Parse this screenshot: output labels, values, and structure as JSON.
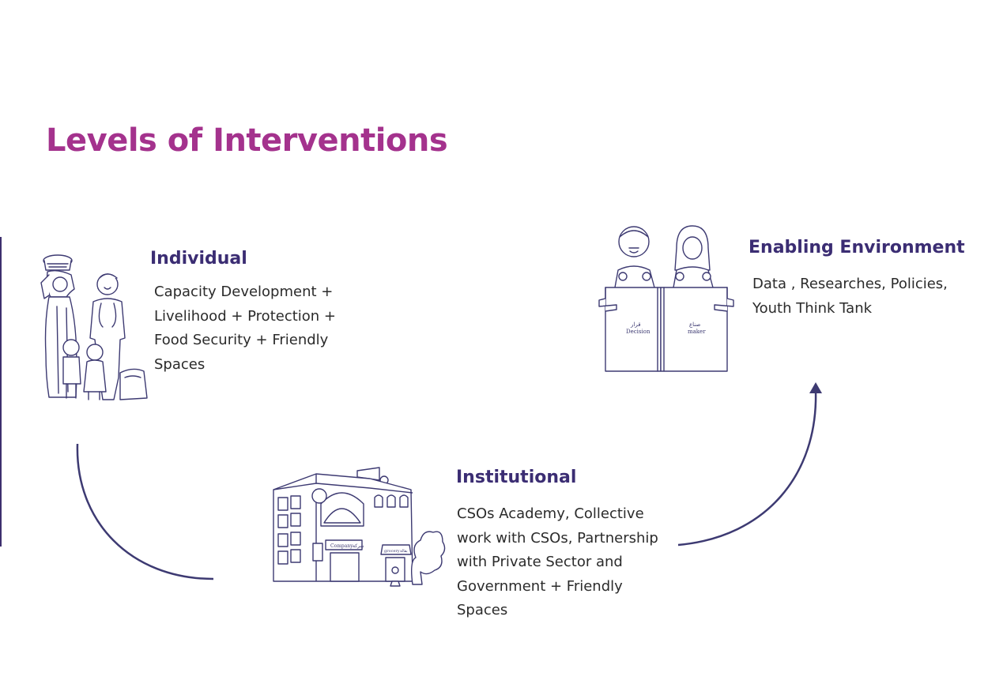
{
  "title": "Levels of Interventions",
  "colors": {
    "title": "#a4328d",
    "heading": "#3b2d73",
    "body_text": "#2b2b2b",
    "line_art": "#3d3a72"
  },
  "levels": [
    {
      "heading": "Individual",
      "body": "Capacity Development + Livelihood + Protection + Food Security + Friendly Spaces",
      "illustration": "family-illustration"
    },
    {
      "heading": "Institutional",
      "body": "CSOs Academy, Collective work with CSOs, Partnership with Private Sector and Government + Friendly Spaces",
      "illustration": "building-illustration",
      "signs": {
        "company": "Company",
        "company_ar": "شركة",
        "shop": "grocery",
        "shop_ar": "بقالة"
      }
    },
    {
      "heading": "Enabling Environment",
      "body": "Data , Researches, Policies, Youth Think Tank",
      "illustration": "decision-makers-illustration",
      "book_labels": {
        "left_ar": "قرار",
        "left": "Decision",
        "right_ar": "صناع",
        "right": "maker"
      }
    }
  ]
}
